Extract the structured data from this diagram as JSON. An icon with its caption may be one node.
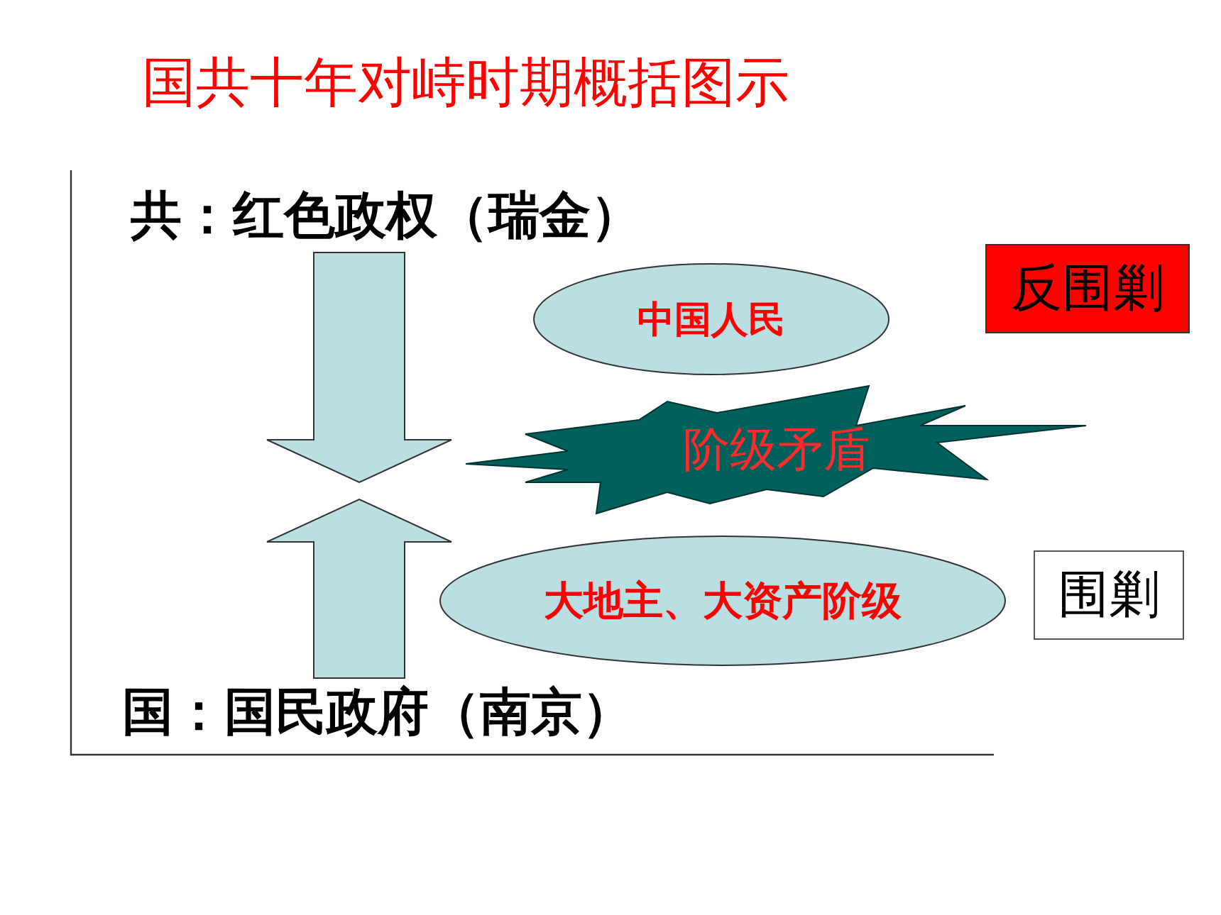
{
  "diagram": {
    "title": "国共十年对峙时期概括图示",
    "nodes": [
      {
        "text": [
          "共：红色政权（瑞金）"
        ]
      },
      {
        "text": [
          "中国人民"
        ]
      },
      {
        "text": [
          "阶级矛盾"
        ]
      },
      {
        "text": [
          "反围剿"
        ]
      },
      {
        "text": [
          "大地主、大资产阶级"
        ]
      },
      {
        "text": [
          "围剿"
        ]
      },
      {
        "text": [
          "国：国民政府（南京）"
        ]
      }
    ],
    "edges": [
      {
        "from": 0,
        "to": null,
        "arrow": "to",
        "style": "thick"
      },
      {
        "from": 6,
        "to": null,
        "arrow": "to",
        "style": "thick"
      }
    ]
  }
}
